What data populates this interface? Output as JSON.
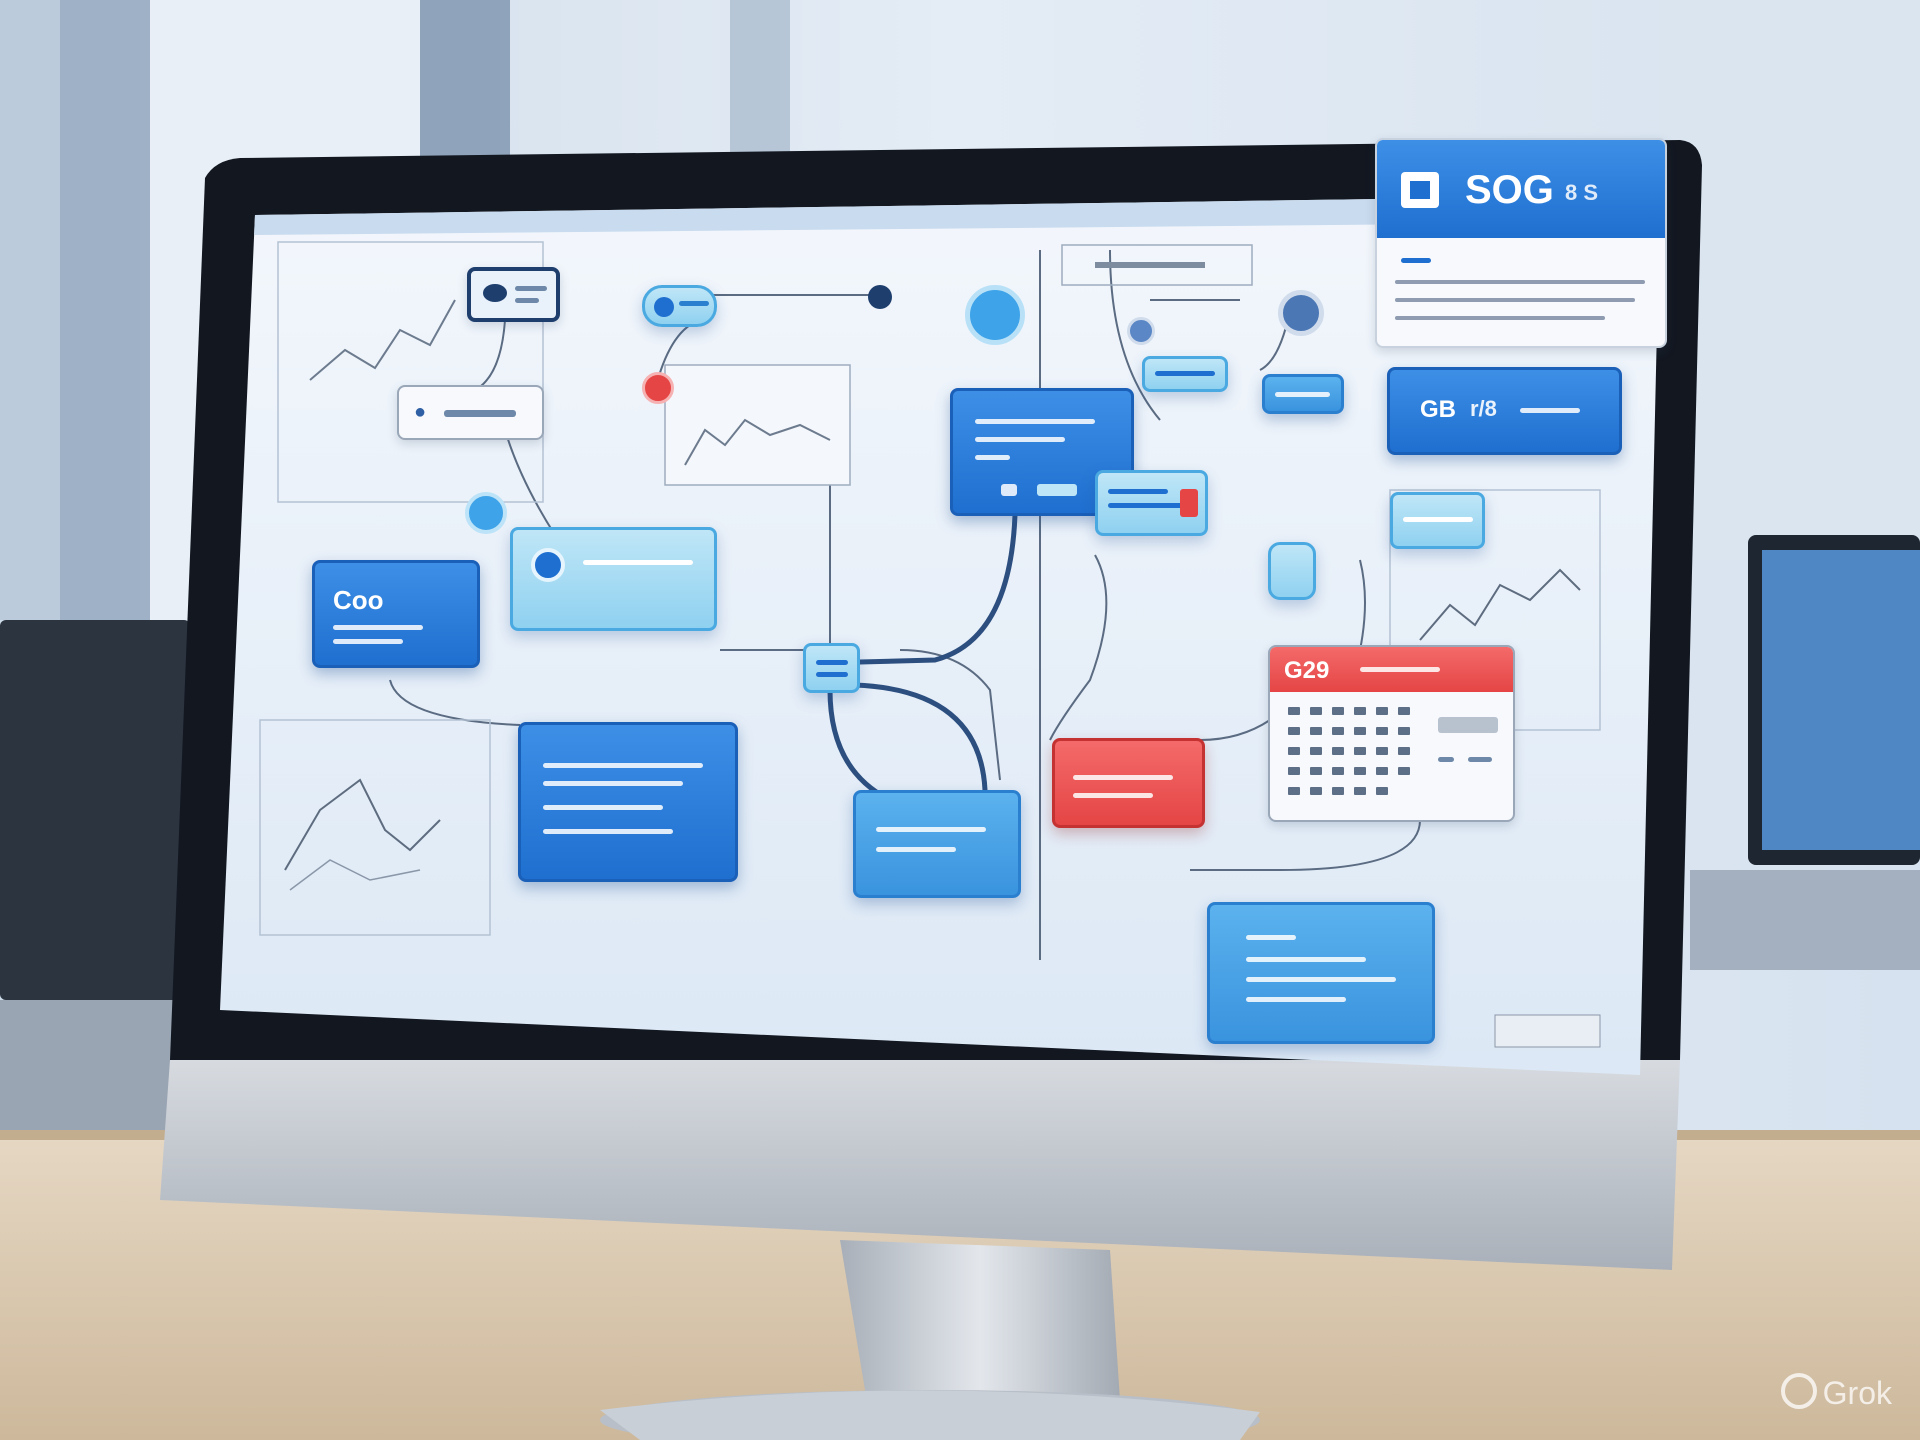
{
  "scene": {
    "palette": {
      "wall": "#dfe8f2",
      "bezel": "#141820",
      "screen": "#eef4fb",
      "accent_blue": "#1f6fd0",
      "accent_light_blue": "#8fd1f0",
      "accent_red": "#e54545",
      "desk": "#d9c7ad"
    }
  },
  "screen": {
    "window_title": "",
    "nodes": {
      "left_card_label": "Coo",
      "calendar_card_label": "G29",
      "top_right_card_label": "SOG",
      "top_right_card_suffix": "8 S",
      "right_card_label": "GB",
      "right_card_suffix": "r/8"
    }
  },
  "watermark": {
    "text": "Grok"
  }
}
